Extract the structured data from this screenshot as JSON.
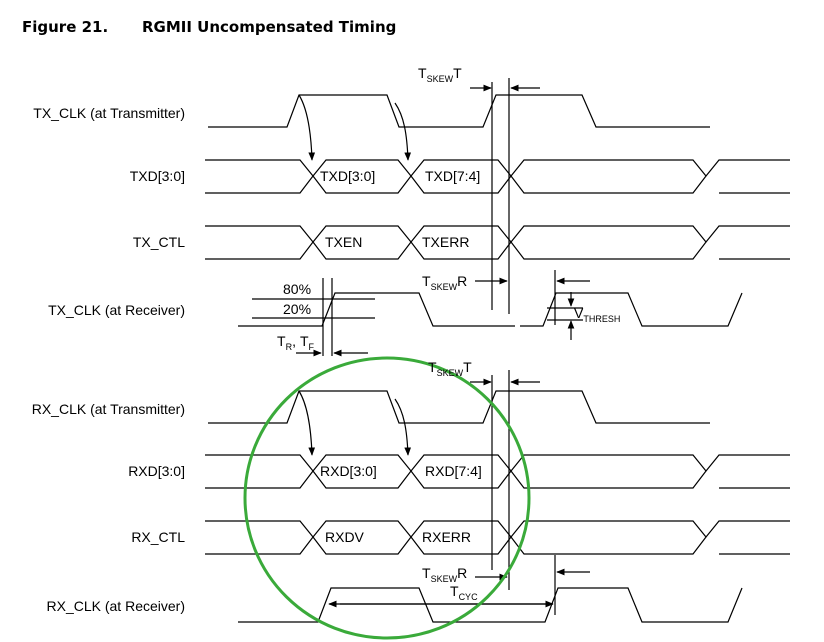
{
  "figure": {
    "number": "Figure 21.",
    "title": "RGMII Uncompensated Timing"
  },
  "signals": {
    "tx_clk_tx": "TX_CLK (at Transmitter)",
    "txd": "TXD[3:0]",
    "tx_ctl": "TX_CTL",
    "tx_clk_rx": "TX_CLK (at Receiver)",
    "rx_clk_tx": "RX_CLK (at Transmitter)",
    "rxd": "RXD[3:0]",
    "rx_ctl": "RX_CTL",
    "rx_clk_rx": "RX_CLK (at Receiver)"
  },
  "bus_values": {
    "txd_first": "TXD[3:0]",
    "txd_second": "TXD[7:4]",
    "tx_ctl_first": "TXEN",
    "tx_ctl_second": "TXERR",
    "rxd_first": "RXD[3:0]",
    "rxd_second": "RXD[7:4]",
    "rx_ctl_first": "RXDV",
    "rx_ctl_second": "RXERR"
  },
  "annotations": {
    "tskew_main": "T",
    "tskew_sub": "SKEW",
    "suffix_t": "T",
    "suffix_r": "R",
    "pct_80": "80%",
    "pct_20": "20%",
    "tr_main": "T",
    "tr_sub": "R",
    "tf_main": "T",
    "tf_sub": "F",
    "comma": ",",
    "thresh_main": "V",
    "thresh_sub": "THRESH",
    "tcyc_main": "T",
    "tcyc_sub": "CYC"
  },
  "colors": {
    "line": "#000000",
    "highlight": "#3aaa3a"
  }
}
